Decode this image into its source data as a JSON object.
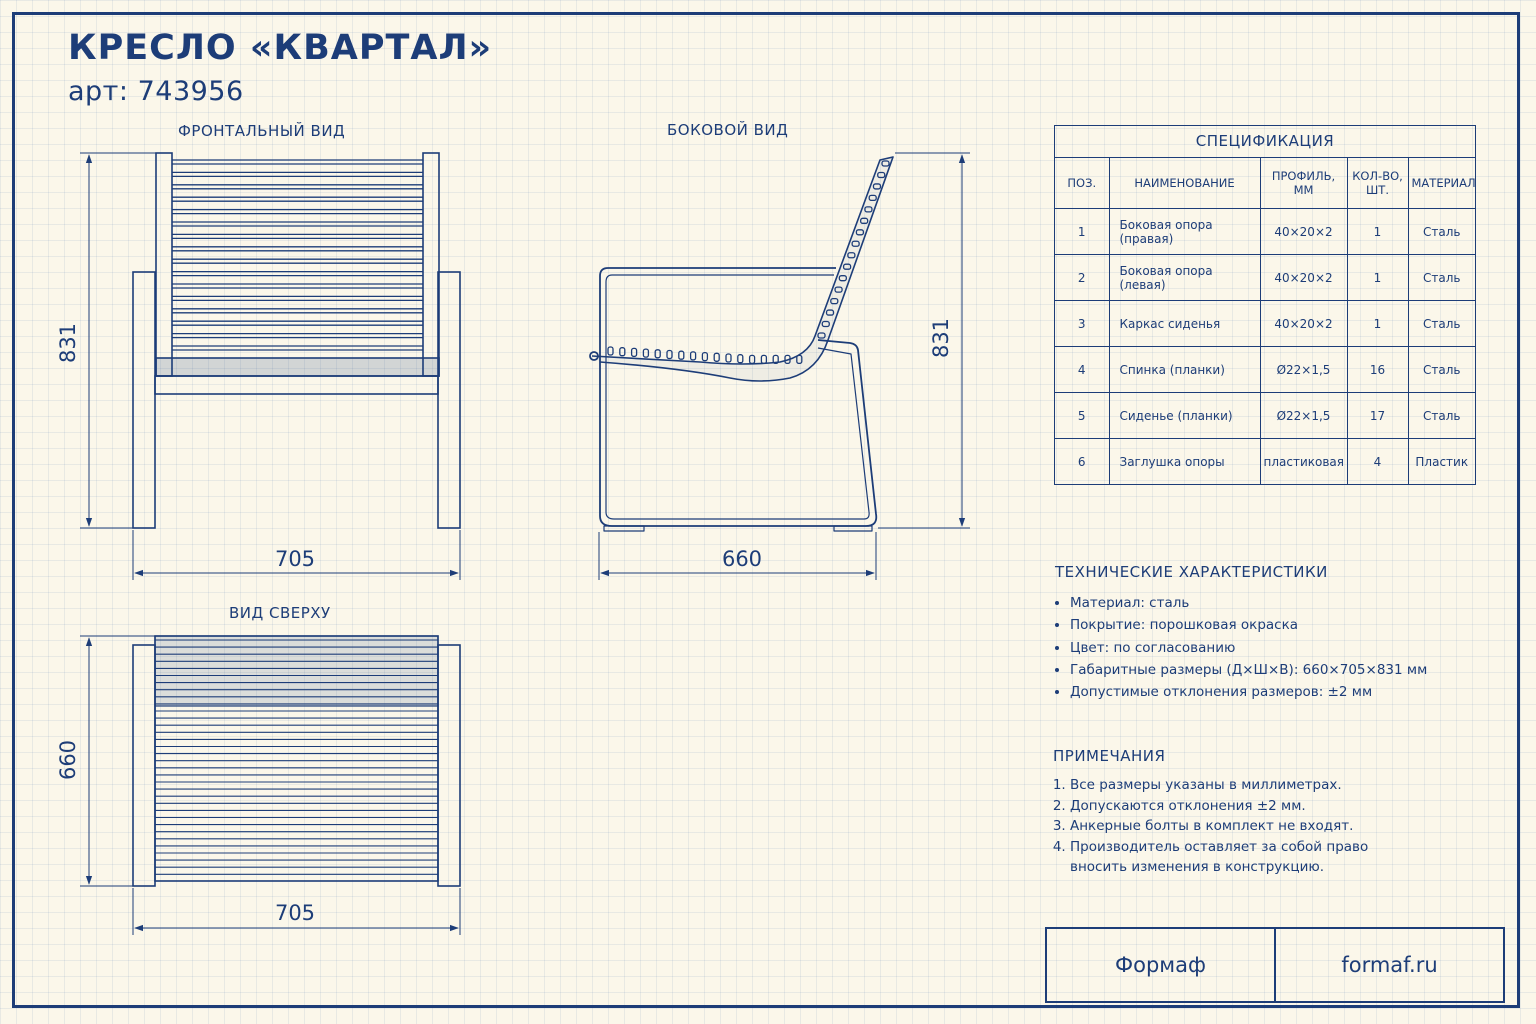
{
  "header": {
    "title": "КРЕСЛО «КВАРТАЛ»",
    "article": "арт: 743956"
  },
  "views": {
    "front": {
      "label": "ФРОНТАЛЬНЫЙ ВИД",
      "height": "831",
      "width": "705"
    },
    "side": {
      "label": "БОКОВОЙ ВИД",
      "height": "831",
      "depth": "660"
    },
    "top": {
      "label": "ВИД СВЕРХУ",
      "depth": "660",
      "width": "705"
    }
  },
  "spec": {
    "title": "СПЕЦИФИКАЦИЯ",
    "columns": [
      "ПОЗ.",
      "НАИМЕНОВАНИЕ",
      "ПРОФИЛЬ, ММ",
      "КОЛ-ВО, ШТ.",
      "МАТЕРИАЛ"
    ],
    "rows": [
      [
        "1",
        "Боковая опора (правая)",
        "40×20×2",
        "1",
        "Сталь"
      ],
      [
        "2",
        "Боковая опора (левая)",
        "40×20×2",
        "1",
        "Сталь"
      ],
      [
        "3",
        "Каркас сиденья",
        "40×20×2",
        "1",
        "Сталь"
      ],
      [
        "4",
        "Спинка (планки)",
        "Ø22×1,5",
        "16",
        "Сталь"
      ],
      [
        "5",
        "Сиденье (планки)",
        "Ø22×1,5",
        "17",
        "Сталь"
      ],
      [
        "6",
        "Заглушка опоры",
        "пластиковая",
        "4",
        "Пластик"
      ]
    ]
  },
  "characteristics": {
    "title": "ТЕХНИЧЕСКИЕ ХАРАКТЕРИСТИКИ",
    "items": [
      "Материал: сталь",
      "Покрытие: порошковая окраска",
      "Цвет: по согласованию",
      "Габаритные размеры (Д×Ш×В):  660×705×831 мм",
      "Допустимые отклонения размеров:  ±2 мм"
    ]
  },
  "notes": {
    "title": "ПРИМЕЧАНИЯ",
    "items": [
      "Все размеры указаны в миллиметрах.",
      "Допускаются отклонения ±2 мм.",
      "Анкерные болты в комплект не входят.",
      "Производитель оставляет за собой право вносить изменения в конструкцию."
    ]
  },
  "footer": {
    "company": "Формаф",
    "website": "formaf.ru"
  },
  "colors": {
    "ink": "#1d3d78",
    "paper": "#fbf7ea",
    "grid": "#c9d5e8"
  }
}
